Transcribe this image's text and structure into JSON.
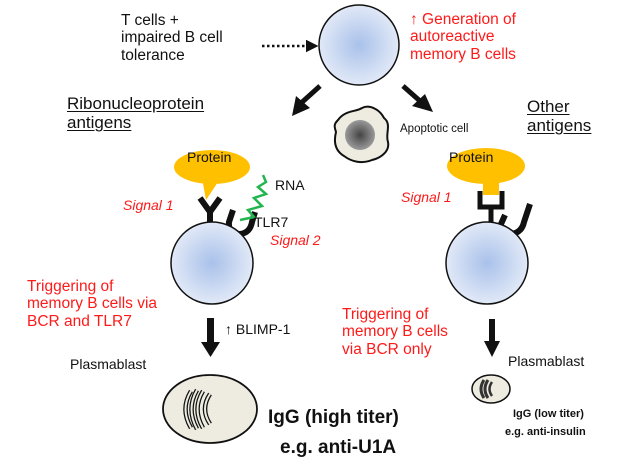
{
  "top": {
    "input_label": [
      "T cells +",
      "impaired B cell",
      "tolerance"
    ],
    "outcome_label": [
      "↑ Generation of",
      "autoreactive",
      "memory B cells"
    ],
    "apoptotic_label": "Apoptotic cell"
  },
  "left_branch": {
    "heading": [
      "Ribonucleoprotein",
      "antigens"
    ],
    "protein_label": "Protein",
    "rna_label": "RNA",
    "tlr7_label": "TLR7",
    "signal1_label": "Signal 1",
    "signal2_label": "Signal 2",
    "trigger_label": [
      "Triggering of",
      "memory B cells via",
      "BCR and TLR7"
    ],
    "blimp_label": "↑ BLIMP-1",
    "plasmablast_label": "Plasmablast",
    "result_line1": "IgG (high titer)",
    "result_line2": "e.g. anti-U1A"
  },
  "right_branch": {
    "heading": [
      "Other",
      "antigens"
    ],
    "protein_label": "Protein",
    "signal1_label": "Signal 1",
    "trigger_label": [
      "Triggering of",
      "memory B cells",
      "via BCR only"
    ],
    "plasmablast_label": "Plasmablast",
    "result_line1": "IgG (low titer)",
    "result_line2": "e.g. anti-insulin"
  },
  "colors": {
    "cell_center": "#a9c1ea",
    "cell_edge": "#dce6f6",
    "protein": "#ffc000",
    "rna": "#22b550",
    "red_text": "#ff1a1a",
    "plasma_fill": "#eeece1"
  }
}
